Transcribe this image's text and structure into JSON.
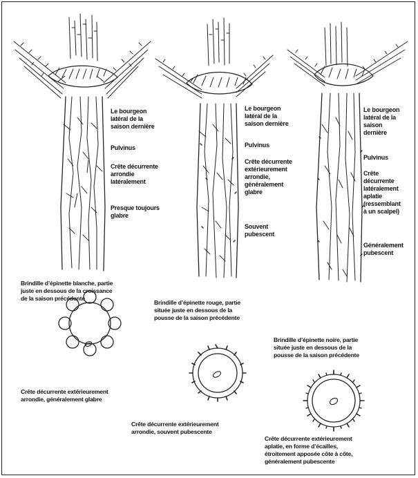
{
  "twigs": [
    {
      "id": "white",
      "labels": {
        "bud": [
          "Le bourgeon",
          "latéral de la",
          "saison dernière"
        ],
        "pulvinus": [
          "Pulvinus"
        ],
        "crest": [
          "Crête décurrente",
          "arrondie",
          "latéralement"
        ],
        "hair": [
          "Presque toujours",
          "glabre"
        ]
      },
      "caption": [
        "Brindille d’épinette blanche, partie",
        "juste en dessous de la croissance",
        "de la saison précédente"
      ],
      "section_caption": [
        "Crête décurrente extérieurement",
        "arrondie, généralement glabre"
      ]
    },
    {
      "id": "red",
      "labels": {
        "bud": [
          "Le bourgeon",
          "latéral de la",
          "saison dernière"
        ],
        "pulvinus": [
          "Pulvinus"
        ],
        "crest": [
          "Crête décurrente",
          "extérieurement",
          "arrondie,",
          "généralement",
          "glabre"
        ],
        "hair": [
          "Souvent",
          "pubescent"
        ]
      },
      "caption": [
        "Brindille d’épinette rouge, partie",
        "située juste en dessous de la",
        "pousse de la saison précédente"
      ],
      "section_caption": [
        "Crête décurrente extérieurement",
        "arrondie, souvent pubescente"
      ]
    },
    {
      "id": "black",
      "labels": {
        "bud": [
          "Le bourgeon",
          "latéral de la",
          "saison",
          "dernière"
        ],
        "pulvinus": [
          "Pulvinus"
        ],
        "crest": [
          "Crête",
          "décurrente",
          "latéralement",
          "aplatie",
          "(ressemblant",
          "à un scalpel)"
        ],
        "hair": [
          "Généralement",
          "pubescent"
        ]
      },
      "caption": [
        "Brindille d’épinette noire, partie",
        "située juste en dessous de la",
        "pousse de la saison précédente"
      ],
      "section_caption": [
        "Crête décurrente extérieurement",
        "aplatie, en forme d’écailles,",
        "étroitement apposée côte à côte,",
        "généralement pubescente"
      ]
    }
  ]
}
